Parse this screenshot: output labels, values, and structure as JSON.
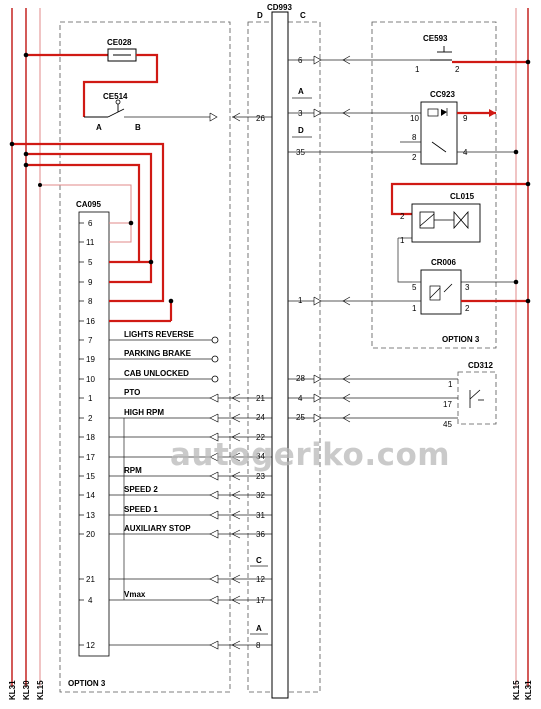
{
  "rails": {
    "left": [
      "KL31",
      "KL30",
      "KL15"
    ],
    "right": [
      "KL15",
      "KL31"
    ]
  },
  "connector_main": {
    "label": "CD993",
    "side_left": "D",
    "side_right": "C",
    "left_pins": [
      "26",
      "21",
      "24",
      "22",
      "34",
      "23",
      "32",
      "31",
      "36",
      "12",
      "17",
      "8"
    ],
    "right_pins": [
      "6",
      "3",
      "35",
      "1",
      "28",
      "4",
      "25"
    ],
    "sub_labels": [
      "A",
      "D",
      "C",
      "A"
    ]
  },
  "components": {
    "fuse": "CE028",
    "switch_ce514": {
      "label": "CE514",
      "pin_a": "A",
      "pin_b": "B"
    },
    "switch_ce593": {
      "label": "CE593",
      "pin1": "1",
      "pin2": "2"
    },
    "relay_cc923": {
      "label": "CC923",
      "pins": [
        "10",
        "9",
        "8",
        "2",
        "4"
      ]
    },
    "valve_cl015": {
      "label": "CL015",
      "pins": [
        "2",
        "1"
      ]
    },
    "relay_cr006": {
      "label": "CR006",
      "pins": [
        "5",
        "3",
        "1",
        "2"
      ]
    },
    "sensor_cd312": {
      "label": "CD312",
      "pins": [
        "1",
        "17",
        "45"
      ]
    }
  },
  "controller": {
    "label": "CA095",
    "pins": [
      "6",
      "11",
      "5",
      "9",
      "8",
      "16",
      "7",
      "19",
      "10",
      "1",
      "2",
      "18",
      "17",
      "15",
      "14",
      "13",
      "20",
      "21",
      "4",
      "12"
    ],
    "signals": [
      "LIGHTS REVERSE",
      "PARKING BRAKE",
      "CAB UNLOCKED",
      "PTO",
      "HIGH RPM",
      "RPM",
      "SPEED 2",
      "SPEED 1",
      "AUXILIARY STOP",
      "Vmax"
    ]
  },
  "options": [
    "OPTION 3",
    "OPTION 3"
  ],
  "watermark": "autogeriko.com"
}
